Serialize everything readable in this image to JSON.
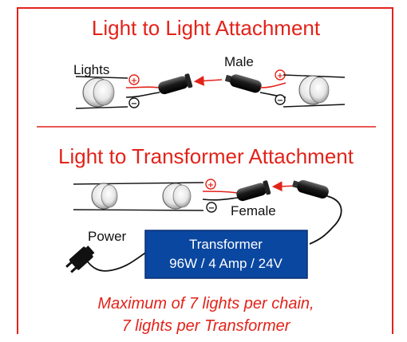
{
  "section1": {
    "title": "Light to Light Attachment",
    "lights_label": "Lights",
    "male_label": "Male"
  },
  "section2": {
    "title": "Light to Transformer Attachment",
    "female_label": "Female",
    "power_label": "Power",
    "transformer": {
      "name": "Transformer",
      "spec": "96W / 4 Amp / 24V"
    }
  },
  "note": {
    "line1": "Maximum of 7 lights per chain,",
    "line2": "7 lights per Transformer"
  },
  "polarity": {
    "plus": "+",
    "minus": "−"
  },
  "colors": {
    "accent": "#e2231a",
    "transformer_fill": "#0a47a0",
    "wire_red": "#e2231a",
    "wire_black": "#111111"
  }
}
